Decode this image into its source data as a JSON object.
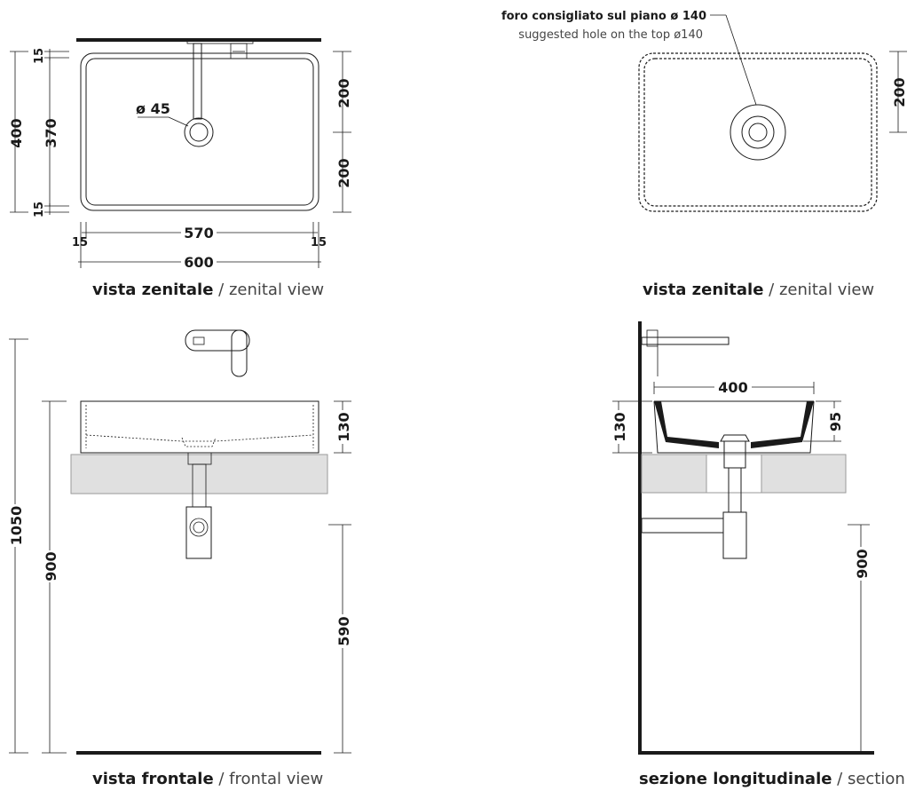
{
  "captions": {
    "top_left_it": "vista zenitale",
    "top_left_en": " / zenital view",
    "top_right_it": "vista zenitale",
    "top_right_en": " / zenital view",
    "bottom_left_it": "vista frontale",
    "bottom_left_en": " / frontal view",
    "bottom_right_it": "sezione longitudinale",
    "bottom_right_en": " / section"
  },
  "notes": {
    "hole_it": "foro consigliato sul piano ø 140",
    "hole_en": "suggested hole on the top ø140"
  },
  "dims": {
    "d400": "400",
    "d370": "370",
    "d15a": "15",
    "d15b": "15",
    "d200a": "200",
    "d200b": "200",
    "d45": "ø 45",
    "d570": "570",
    "d15c": "15",
    "d15d": "15",
    "d600": "600",
    "d200c": "200",
    "d1050": "1050",
    "d900a": "900",
    "d130a": "130",
    "d590": "590",
    "d400b": "400",
    "d130b": "130",
    "d95": "95",
    "d900b": "900"
  }
}
